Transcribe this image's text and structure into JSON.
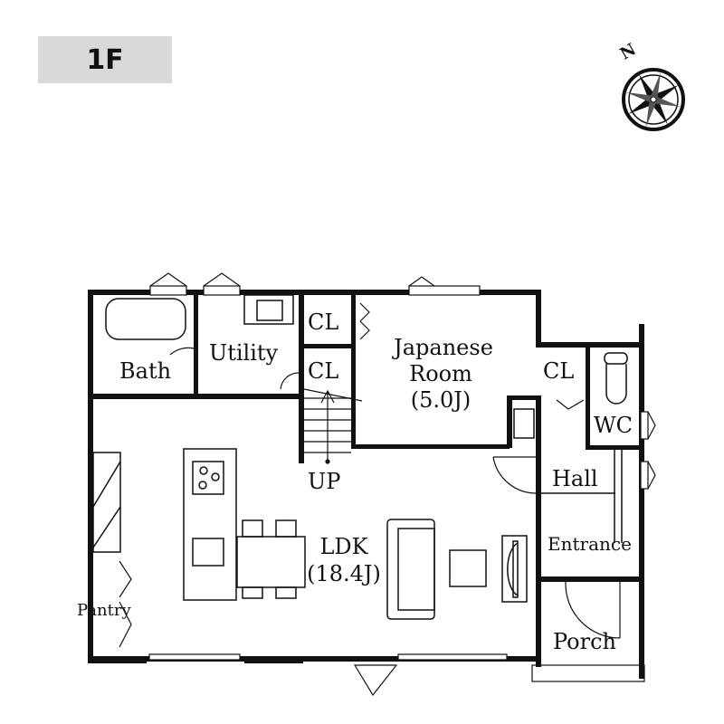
{
  "floor_label": "1F",
  "compass": {
    "label": "N"
  },
  "rooms": {
    "bath": "Bath",
    "utility": "Utility",
    "cl1": "CL",
    "cl2": "CL",
    "japanese_room": "Japanese",
    "japanese_room_2": "Room",
    "japanese_size": "(5.0J)",
    "cl3": "CL",
    "wc": "WC",
    "hall": "Hall",
    "entrance": "Entrance",
    "porch": "Porch",
    "up": "UP",
    "ldk": "LDK",
    "ldk_size": "(18.4J)",
    "pantry": "Pantry"
  },
  "colors": {
    "wall": "#111111",
    "badge": "#d9d9d9"
  }
}
